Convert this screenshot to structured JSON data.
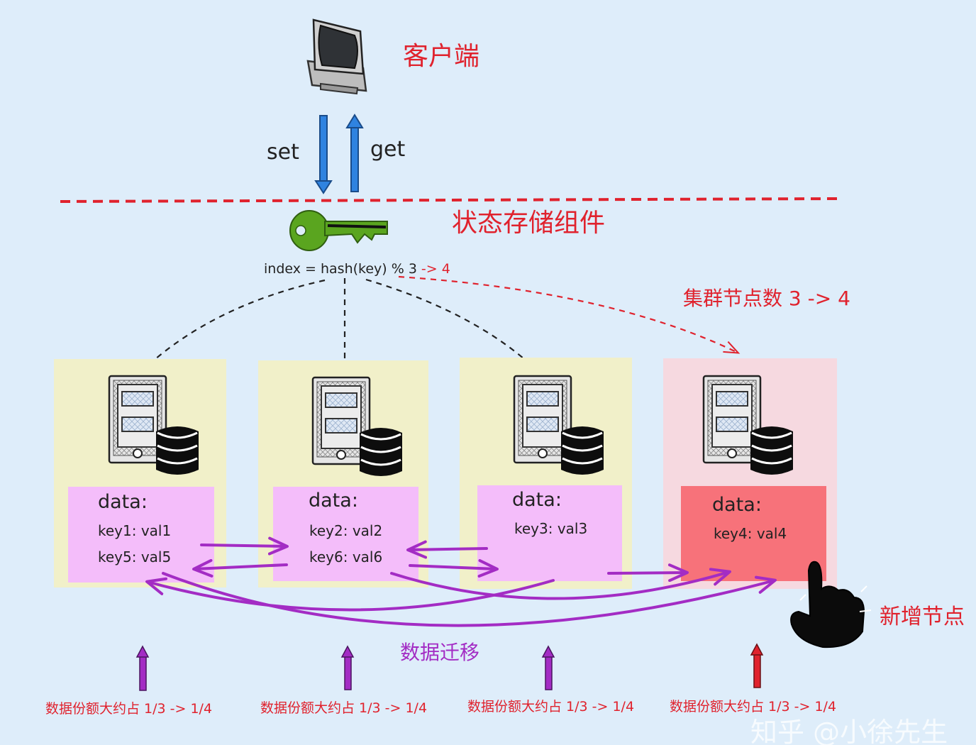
{
  "client_label": "客户端",
  "set_label": "set",
  "get_label": "get",
  "storage_label": "状态存储组件",
  "formula": {
    "main": "index = hash(key) % 3",
    "change": "-> 4"
  },
  "cluster_label": "集群节点数  3  ->  4",
  "nodes": [
    {
      "title": "data:",
      "lines": [
        "key1: val1",
        "key5: val5"
      ],
      "quota": "数据份额大约占 1/3 -> 1/4"
    },
    {
      "title": "data:",
      "lines": [
        "key2: val2",
        "key6: val6"
      ],
      "quota": "数据份额大约占 1/3 -> 1/4"
    },
    {
      "title": "data:",
      "lines": [
        "key3: val3"
      ],
      "quota": "数据份额大约占 1/3 -> 1/4"
    },
    {
      "title": "data:",
      "lines": [
        "key4: val4"
      ],
      "quota": "数据份额大约占 1/3 -> 1/4"
    }
  ],
  "new_node_label": "新增节点",
  "migration_label": "数据迁移",
  "watermark": "知乎 @小徐先生",
  "colors": {
    "background": "#deedfa",
    "red": "#e0222d",
    "purple": "#a32cc4",
    "blue": "#2f83e0",
    "key_green": "#5aa51f",
    "node_yellow": "#f1f0c9",
    "node_pink": "#f6d9e0",
    "data_pink": "#f4bdfa",
    "data_red": "#f7727a"
  },
  "icons": [
    "computer-icon",
    "key-icon",
    "server-icon",
    "database-icon",
    "hand-pointer-icon"
  ]
}
